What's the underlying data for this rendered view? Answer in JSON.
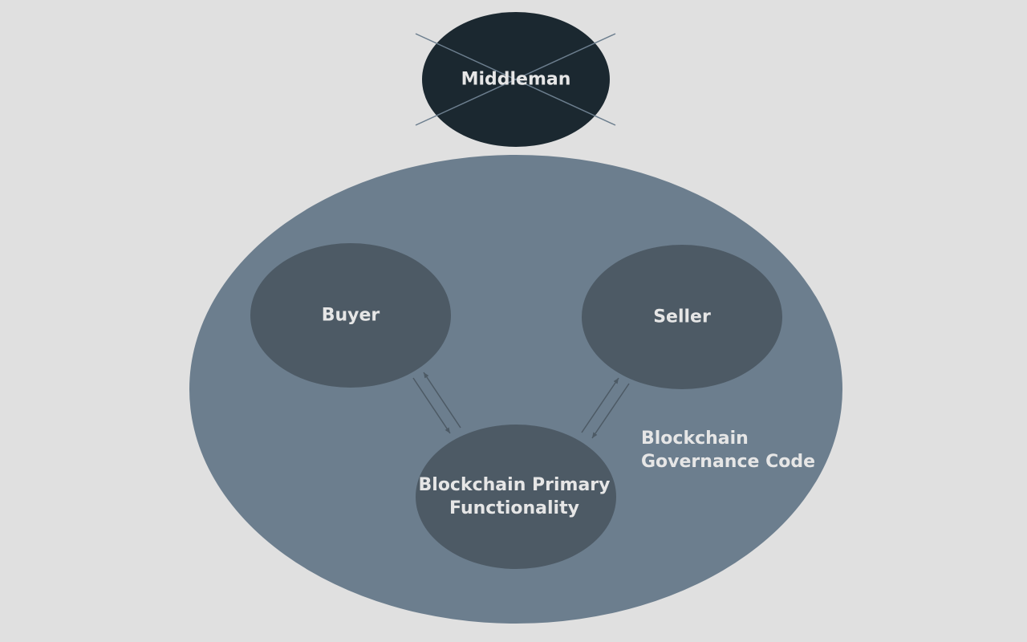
{
  "nodes": {
    "middleman": {
      "label": "Middleman",
      "crossed_out": true
    },
    "buyer": {
      "label": "Buyer"
    },
    "seller": {
      "label": "Seller"
    },
    "primary": {
      "label_line1": "Blockchain Primary",
      "label_line2": "Functionality"
    }
  },
  "container": {
    "label_line1": "Blockchain",
    "label_line2": "Governance Code"
  },
  "colors": {
    "background": "#e0e0e0",
    "container_fill": "#6c7e8e",
    "node_fill": "#4d5a65",
    "middleman_fill": "#1b2830",
    "arrow_color": "#4d5a65",
    "cross_color": "#6c7e8e",
    "text_color": "#e6e6e6"
  }
}
